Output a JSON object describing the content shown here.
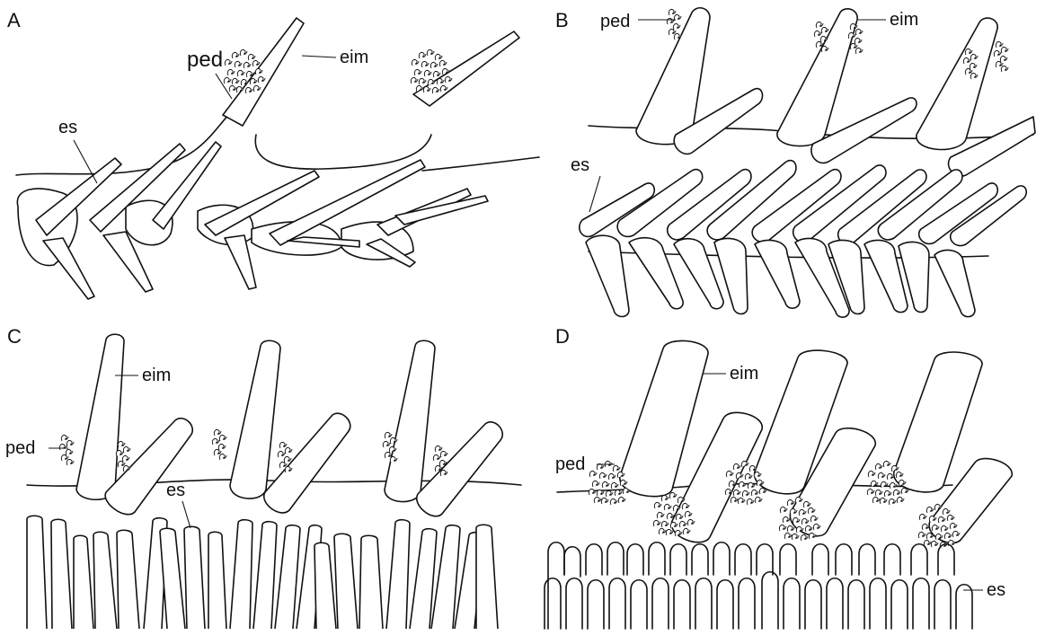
{
  "panels": [
    {
      "letter": "A",
      "labels": {
        "ped": "ped",
        "eim": "eim",
        "es": "es"
      }
    },
    {
      "letter": "B",
      "labels": {
        "ped": "ped",
        "eim": "eim",
        "es": "es"
      }
    },
    {
      "letter": "C",
      "labels": {
        "ped": "ped",
        "eim": "eim",
        "es": "es"
      }
    },
    {
      "letter": "D",
      "labels": {
        "ped": "ped",
        "eim": "eim",
        "es": "es"
      }
    }
  ]
}
